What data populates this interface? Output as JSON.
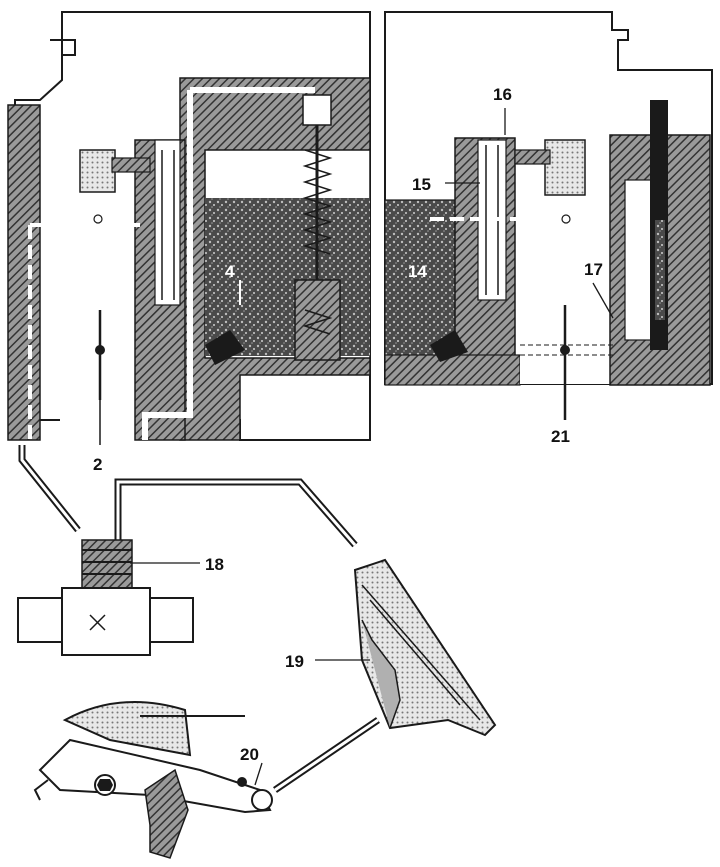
{
  "labels": {
    "l2": "2",
    "l4": "4",
    "l14": "14",
    "l15": "15",
    "l16": "16",
    "l17": "17",
    "l18": "18",
    "l19": "19",
    "l20": "20",
    "l21": "21"
  },
  "colors": {
    "ink": "#1a1a1a",
    "hatch": "#555555",
    "foam": "#6e6e6e",
    "paper": "#ffffff"
  }
}
